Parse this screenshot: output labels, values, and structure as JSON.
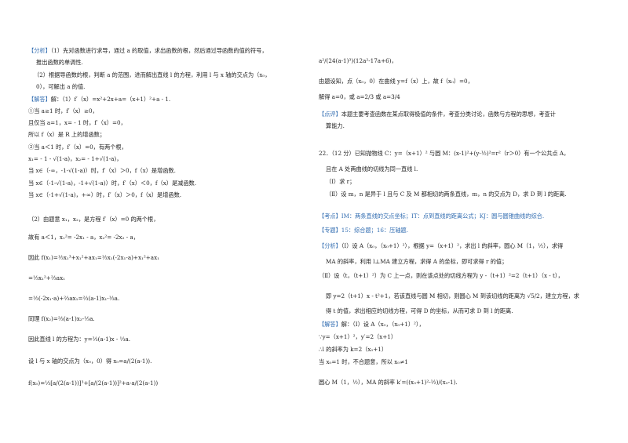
{
  "left": {
    "fenxi_tag": "【分析】",
    "fenxi_1": "（1）先对函数进行求导，通过 a 的取值，求出函数的根，然后通过导函数的值的符号，",
    "fenxi_1b": "推出函数的单调性.",
    "fenxi_2": "（2）根据导函数的根，判断 a 的范围，进而解出直线 l 的方程，利用 l 与 x 轴的交点为（x₀，",
    "fenxi_2b": "0），可解出 a 的值.",
    "jieda_tag": "【解答】",
    "jieda_1": "解：（1）f′（x）=x²+2x+a=（x+1）²+a - 1.",
    "l1": "①当 a≥1 时，f′（x）≥0，",
    "l2": "且仅当 a=1，x= - 1 时，f′（x）=0，",
    "l3": "所以 f（x）是 R 上的增函数；",
    "l4": "②当 a＜1 时，f′（x）=0，有两个根，",
    "l5": "x₁= - 1 - √(1-a)，x₂= - 1+√(1-a)，",
    "l6": "当 x∈（-∞，-1-√(1-a)）时，f′（x）＞0，f（x）是增函数.",
    "l7": "当 x∈（-1-√(1-a)，-1+√(1-a)）时，f′（x）＜0，f（x）是减函数.",
    "l8": "当 x∈（-1+√(1-a)，+∞）时，f′（x）＞0，f（x）是增函数.",
    "p2": "（2）由题意 x₁，x₂，是方程 f′（x）=0 的两个根，",
    "p2b": "故有 a＜1，x₁²= -2x₁ - a，x₂²= -2x₂ - a，",
    "p2c": "因此 f(x₁)=⅓x₁³+x₁²+ax₁=⅓x₁(-2x₁-a)+x₁²+ax₁",
    "p2d": "=⅓x₁²+⅔ax₁",
    "p2e": "=⅓(-2x₁-a)+⅔ax₁=⅔(a-1)x₁-⅓a.",
    "p2f": "同理 f(x₂)=⅔(a-1)x₂-⅓a.",
    "p2g": "因此直线 l 的方程为：y=⅔(a-1)x - ⅓a.",
    "p2h": "设 l 与 x 轴的交点为（x₀，0）得 x₀=a/(2(a-1)).",
    "p2i": "f(x₀)=⅓[a/(2(a-1))]³+[a/(2(a-1))]²+a·a/(2(a-1))"
  },
  "right": {
    "r0": "a²/(24(a-1)³)(12a²-17a+6)，",
    "r1": "由题设知，点（x₀，0）在曲线 y=f（x）上，故 f（x₀）=0，",
    "r2": "解得 a=0，或 a=2/3 或 a=3/4",
    "pingjia_tag": "【点评】",
    "r3": "本题主要考查函数在某点取得极值的条件，考查分类讨论，函数与方程的思想，考查计",
    "r3b": "算能力.",
    "q22": "22．（12 分）已知抛物线 C：y=（x+1）² 与圆 M：(x-1)²+(y-½)²=r²（r＞0）有一个公共点 A，",
    "q22b": "且在 A 处两曲线的切线为同一直线 l.",
    "q22c": "（Ⅰ）求 r；",
    "q22d": "（Ⅱ）设 m，n 是异于 l 且与 C 及 M 都相切的两条直线，m，n 的交点为 D，求 D 到 l 的距离.",
    "kaodian_tag": "【考点】",
    "kaodian": "IM：两条直线的交点坐标；IT：点到直线的距离公式；KJ：圆与圆锥曲线的综合.",
    "zhuanti_tag": "【专题】",
    "zhuanti": "15：综合题；16：压轴题.",
    "fenxi_tag": "【分析】",
    "fx1": "（Ⅰ）设 A（x₀，（x₀+1）²），根据 y=（x+1）²，求出 l 的斜率，圆心 M（1，½），求得",
    "fx1b": "MA 的斜率，利用 l⊥MA 建立方程，求得 A 的坐标，即可求得 r 的值；",
    "fx2": "（Ⅱ）设（t，（t+1）²）为 C 上一点，则在该点处的切线方程为 y -（t+1）²=2（t+1）（x - t），",
    "fx2b": "即 y=2（t+1）x - t²+1，若该直线与圆 M 相切，则圆心 M 到该切线的距离为 √5/2，建立方程，求",
    "fx2c": "得 t 的值，求出相应的切线方程，可得 D 的坐标，从而可求 D 到 l 的距离.",
    "jieda_tag": "【解答】",
    "jd1": "解：（Ⅰ）设 A（x₀，（x₀+1）²），",
    "jd2": "∵y=（x+1）²，y′=2（x+1）",
    "jd3": "∴l 的斜率为 k=2（x₀+1）",
    "jd4": "当 x₀=1 时，不合题意，所以 x₀≠1",
    "jd5": "圆心 M（1，½），MA 的斜率 k′=((x₀+1)²-½)/(x₀-1)."
  }
}
